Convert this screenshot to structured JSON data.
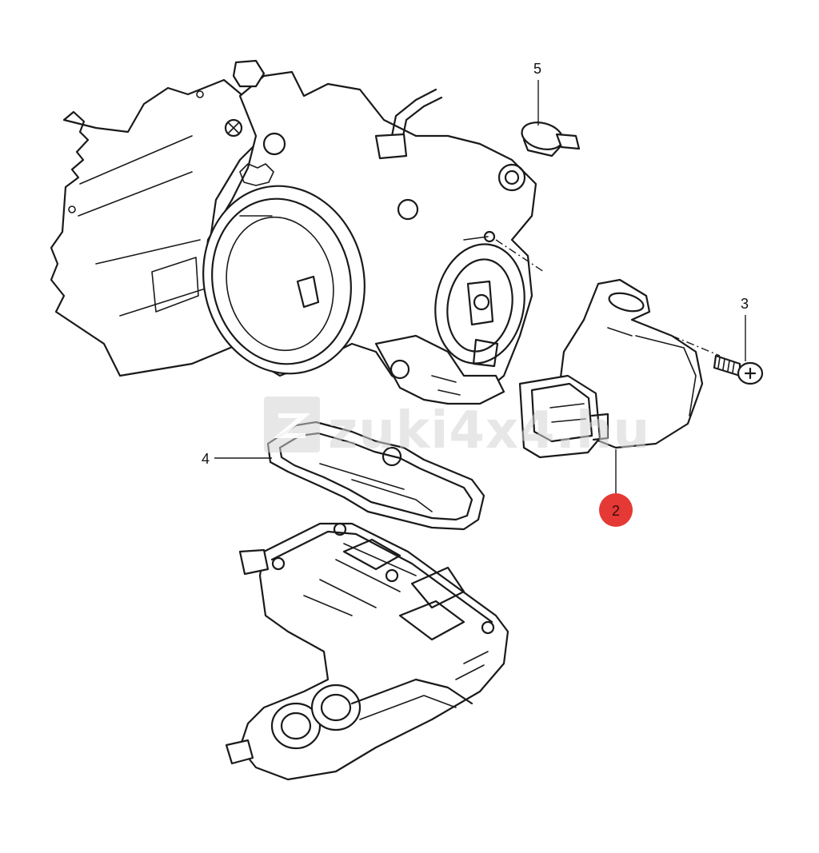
{
  "diagram": {
    "watermark": "zuki4x4.hu",
    "colors": {
      "line": "#1a1a1a",
      "highlight": "#e53935",
      "watermark": "#d4d4d4"
    },
    "callouts": [
      {
        "id": "5",
        "label": "5",
        "highlighted": false
      },
      {
        "id": "3",
        "label": "3",
        "highlighted": false
      },
      {
        "id": "4",
        "label": "4",
        "highlighted": false
      },
      {
        "id": "2",
        "label": "2",
        "highlighted": true
      }
    ]
  }
}
